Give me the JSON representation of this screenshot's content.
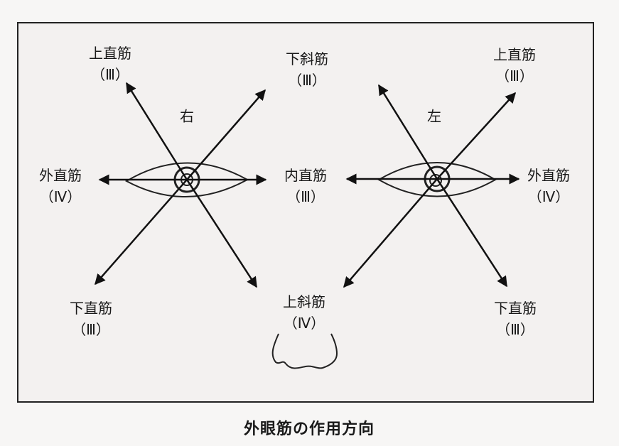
{
  "caption": "外眼筋の作用方向",
  "sides": {
    "right": "右",
    "left": "左"
  },
  "labels": {
    "right_superior_rectus": {
      "muscle": "上直筋",
      "nerve": "（Ⅲ）"
    },
    "right_inferior_oblique": {
      "muscle": "下斜筋",
      "nerve": "（Ⅲ）"
    },
    "right_lateral_rectus": {
      "muscle": "外直筋",
      "nerve": "（Ⅳ）"
    },
    "medial_rectus": {
      "muscle": "内直筋",
      "nerve": "（Ⅲ）"
    },
    "right_inferior_rectus": {
      "muscle": "下直筋",
      "nerve": "（Ⅲ）"
    },
    "superior_oblique": {
      "muscle": "上斜筋",
      "nerve": "（Ⅳ）"
    },
    "left_superior_rectus": {
      "muscle": "上直筋",
      "nerve": "（Ⅲ）"
    },
    "left_lateral_rectus": {
      "muscle": "外直筋",
      "nerve": "（Ⅳ）"
    },
    "left_inferior_rectus": {
      "muscle": "下直筋",
      "nerve": "（Ⅲ）"
    }
  }
}
